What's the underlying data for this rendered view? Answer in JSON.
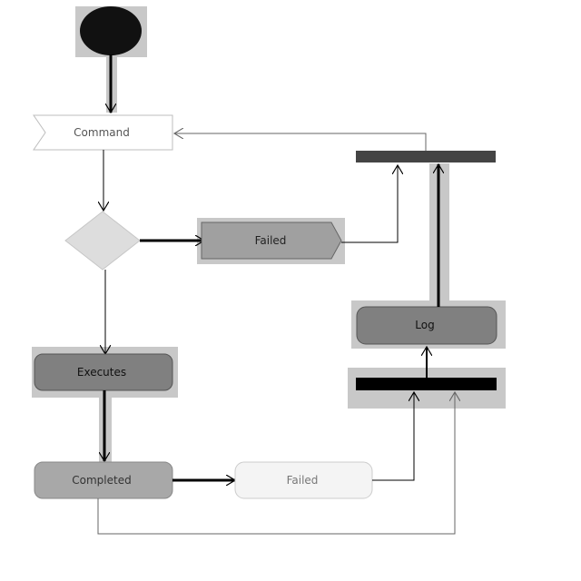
{
  "diagram": {
    "nodes": {
      "command": {
        "label": "Command"
      },
      "failed_top": {
        "label": "Failed"
      },
      "executes": {
        "label": "Executes"
      },
      "completed": {
        "label": "Completed"
      },
      "failed_bottom": {
        "label": "Failed"
      },
      "log": {
        "label": "Log"
      }
    },
    "colors": {
      "highlight": "#c8c8c8",
      "start": "#111111",
      "bar_top": "#444444",
      "bar_bottom": "#000000",
      "action_dark": "#808080",
      "action_mid": "#a8a8a8",
      "action_light": "#f4f4f4",
      "decision": "#dddddd",
      "edge": "#000000",
      "edge_light": "#666666"
    }
  }
}
